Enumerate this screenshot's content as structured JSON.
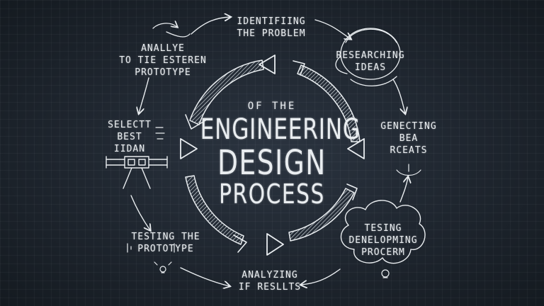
{
  "title": {
    "pre": "OF THE",
    "line1": "ENGINEERING",
    "line2": "DESIGN",
    "line3": "PROCESS"
  },
  "steps": [
    {
      "lines": [
        "IDENTIFIING",
        "THE PROBLEM"
      ]
    },
    {
      "lines": [
        "RESEARCHING",
        "IDEAS"
      ]
    },
    {
      "lines": [
        "GENECTING",
        "BEA",
        "RCEATS"
      ]
    },
    {
      "lines": [
        "TESING",
        "DENELOPMING",
        "PROCERM"
      ]
    },
    {
      "lines": [
        "ANALYZING",
        "IF RESLLTS"
      ]
    },
    {
      "lines": [
        "TESTING THE",
        "PROTOTYPE"
      ]
    },
    {
      "lines": [
        "SELECTT",
        "BEST",
        "IIDAN"
      ]
    },
    {
      "lines": [
        "ANALLYE",
        "TO TIE ESTEREN",
        "PROTOTYPE"
      ]
    }
  ],
  "colors": {
    "background": "#1e252e",
    "chalk": "#e9edf0"
  },
  "icons": [
    "cycle-arrow-icon",
    "play-triangle-icon",
    "cloud-icon",
    "lightbulb-icon",
    "circuit-chip-icon"
  ]
}
